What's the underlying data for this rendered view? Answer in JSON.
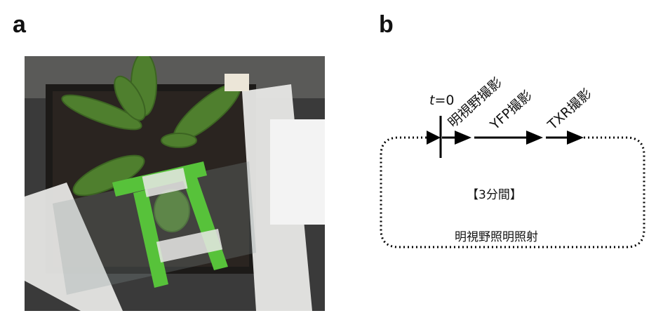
{
  "panels": {
    "a": {
      "label": "a"
    },
    "b": {
      "label": "b"
    }
  },
  "diagram": {
    "t0_italic": "t",
    "t0_rest": "=0",
    "steps": [
      "明視野撮影",
      "YFP撮影",
      "TXR撮影"
    ],
    "duration": "【3分間】",
    "illumination": "明視野照明照射"
  },
  "colors": {
    "line": "#000000",
    "leaf": "#4f7f2e",
    "holder": "#57c23a",
    "tape": "#e8e8e6",
    "soil": "#2a2420"
  }
}
